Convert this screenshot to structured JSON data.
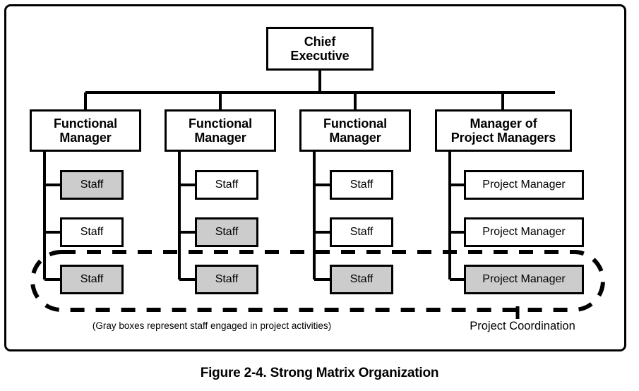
{
  "figure": {
    "caption": "Figure 2-4. Strong Matrix Organization",
    "note": "(Gray boxes represent staff engaged in project activities)",
    "coordination_label": "Project Coordination"
  },
  "colors": {
    "line": "#000000",
    "box_fill": "#ffffff",
    "highlight_fill": "#cccccc",
    "page_background": "#ffffff"
  },
  "chart_data": {
    "type": "diagram",
    "title": "Figure 2-4. Strong Matrix Organization",
    "root": {
      "label": "Chief\nExecutive"
    },
    "columns": [
      {
        "manager": "Functional\nManager",
        "reports": [
          {
            "label": "Staff",
            "highlighted": true
          },
          {
            "label": "Staff",
            "highlighted": false
          },
          {
            "label": "Staff",
            "highlighted": true
          }
        ]
      },
      {
        "manager": "Functional\nManager",
        "reports": [
          {
            "label": "Staff",
            "highlighted": false
          },
          {
            "label": "Staff",
            "highlighted": true
          },
          {
            "label": "Staff",
            "highlighted": true
          }
        ]
      },
      {
        "manager": "Functional\nManager",
        "reports": [
          {
            "label": "Staff",
            "highlighted": false
          },
          {
            "label": "Staff",
            "highlighted": false
          },
          {
            "label": "Staff",
            "highlighted": true
          }
        ]
      },
      {
        "manager": "Manager of\nProject Managers",
        "reports": [
          {
            "label": "Project Manager",
            "highlighted": false
          },
          {
            "label": "Project Manager",
            "highlighted": false
          },
          {
            "label": "Project Manager",
            "highlighted": true
          }
        ]
      }
    ],
    "annotation": {
      "shape": "dashed-rounded-outline",
      "encloses": "bottom row of staff and project manager boxes",
      "label": "Project Coordination"
    },
    "legend": "(Gray boxes represent staff engaged in project activities)"
  }
}
